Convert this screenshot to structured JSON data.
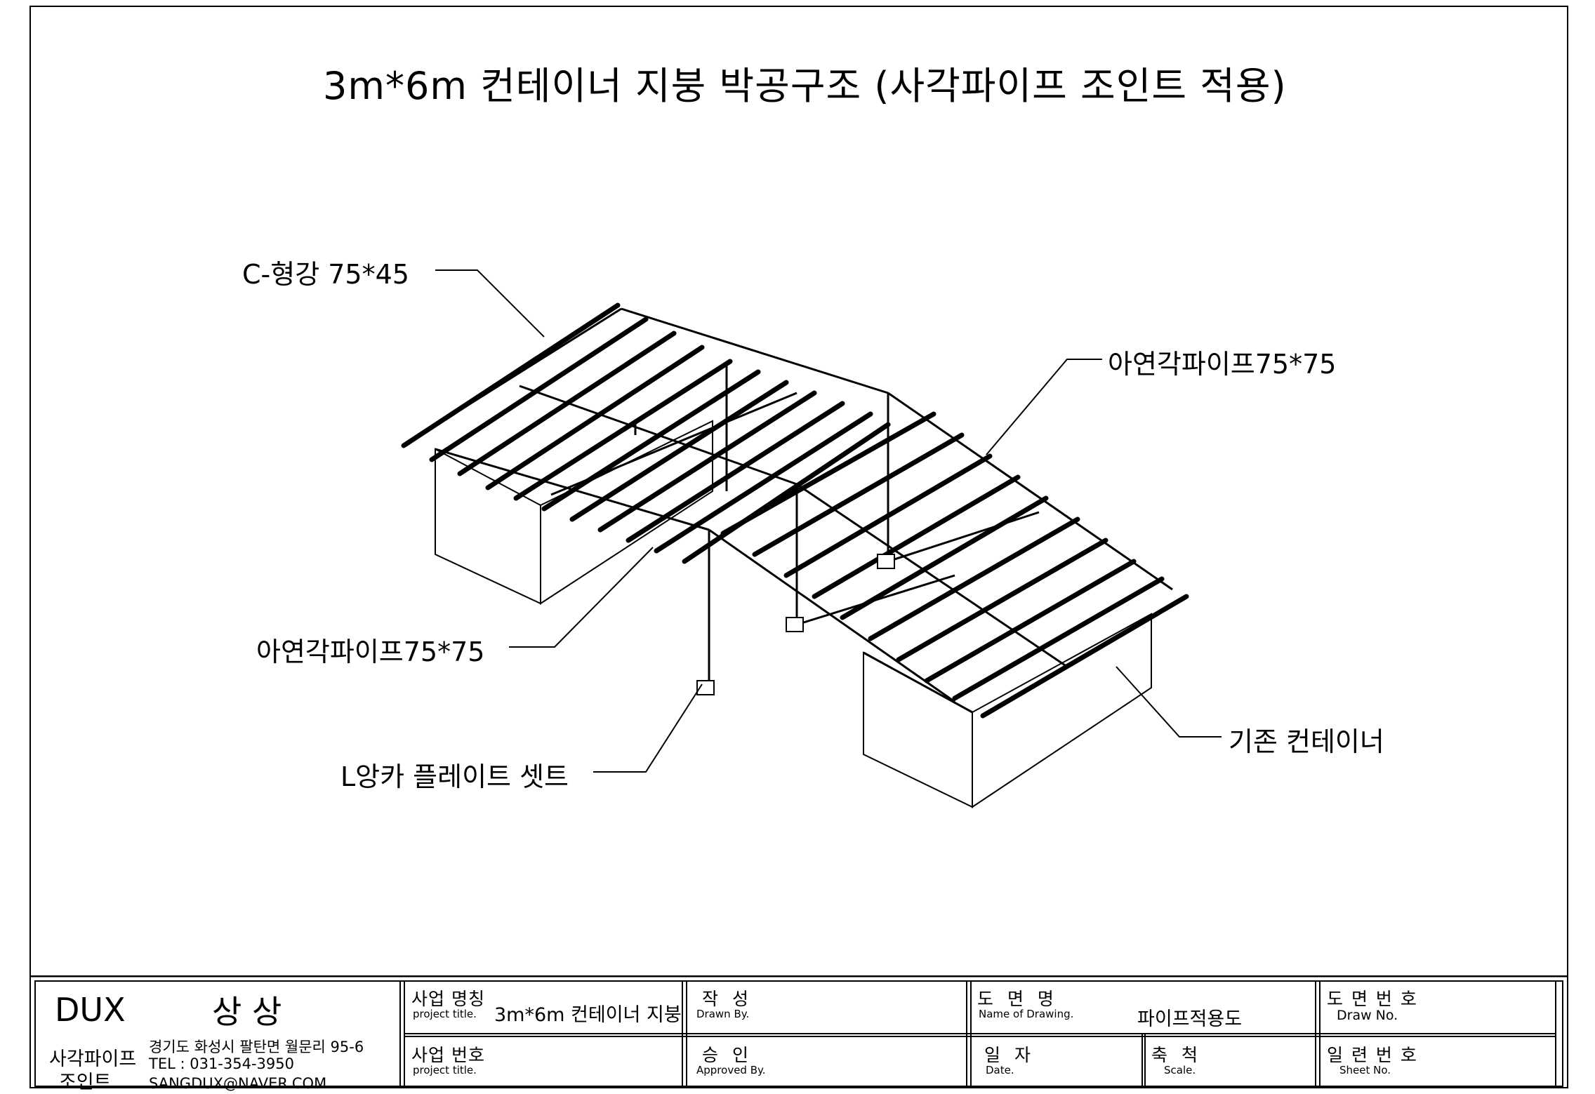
{
  "title": "3m*6m 컨테이너 지붕 박공구조  (사각파이프 조인트 적용)",
  "callouts": {
    "c_channel": "C-형강 75*45",
    "pipe_right": "아연각파이프75*75",
    "pipe_left": "아연각파이프75*75",
    "anchor": "L앙카 플레이트 셋트",
    "container": "기존 컨테이너"
  },
  "title_block": {
    "company": "DUX",
    "company_kr": "상 상",
    "brand_line1": "사각파이프",
    "brand_line2": "조인트",
    "address": "경기도 화성시 팔탄면 월문리 95-6",
    "tel": "TEL : 031-354-3950",
    "email": "SANGDUX@NAVER.COM",
    "project_title_label": "사업 명칭",
    "project_title_sub": "project title.",
    "project_title_value": "3m*6m 컨테이너 지붕",
    "project_no_label": "사업 번호",
    "project_no_sub": "project title.",
    "drawn_label": "작   성",
    "drawn_sub": "Drawn By.",
    "approved_label": "승   인",
    "approved_sub": "Approved By.",
    "drawing_name_label": "도  면  명",
    "drawing_name_sub": "Name of Drawing.",
    "drawing_name_value": "파이프적용도",
    "date_label": "일  자",
    "date_sub": "Date.",
    "scale_label": "축  척",
    "scale_sub": "Scale.",
    "draw_no_label": "도 면 번 호",
    "draw_no_sub": "Draw No.",
    "sheet_no_label": "일 련 번 호",
    "sheet_no_sub": "Sheet No."
  },
  "colors": {
    "line": "#000000",
    "background": "#ffffff"
  }
}
